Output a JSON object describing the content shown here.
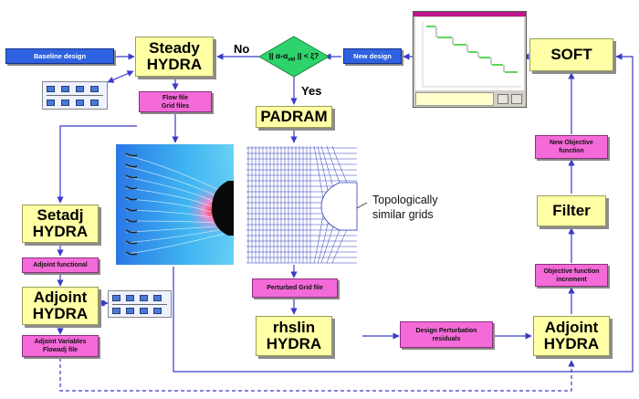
{
  "nodes": {
    "steady_hydra": {
      "line1": "Steady",
      "line2": "HYDRA"
    },
    "padram": "PADRAM",
    "setadj_hydra": {
      "line1": "Setadj",
      "line2": "HYDRA"
    },
    "adjoint_hydra_left": {
      "line1": "Adjoint",
      "line2": "HYDRA"
    },
    "rhslin_hydra": {
      "line1": "rhslin",
      "line2": "HYDRA"
    },
    "adjoint_hydra_right": {
      "line1": "Adjoint",
      "line2": "HYDRA"
    },
    "filter": "Filter",
    "soft": "SOFT"
  },
  "labels": {
    "baseline_design": "Baseline design",
    "new_design": "New design",
    "flow_file": {
      "line1": "Flow file",
      "line2": "Grid files"
    },
    "adjoint_functional": "Adjoint functional",
    "adjoint_variables": {
      "line1": "Adjoint Variables",
      "line2": "Flowadj file"
    },
    "perturbed_grid_file": "Perturbed Grid file",
    "design_perturbation": {
      "line1": "Design Perturbation",
      "line2": "residuals"
    },
    "objective_increment": {
      "line1": "Objective function",
      "line2": "increment"
    },
    "new_objective": {
      "line1": "New Objective",
      "line2": "function"
    }
  },
  "decision": {
    "text": "|| α-α",
    "subscript": "old",
    "suffix": " || < ξ?",
    "no": "No",
    "yes": "Yes"
  },
  "annotation": {
    "line1": "Topologically",
    "line2": "similar grids"
  },
  "colors": {
    "yellow_box": "#ffffa6",
    "pink_box": "#f46ad8",
    "blue_box": "#2f62e0",
    "decision": "#2fd36b",
    "arrow": "#3a3ac8"
  }
}
